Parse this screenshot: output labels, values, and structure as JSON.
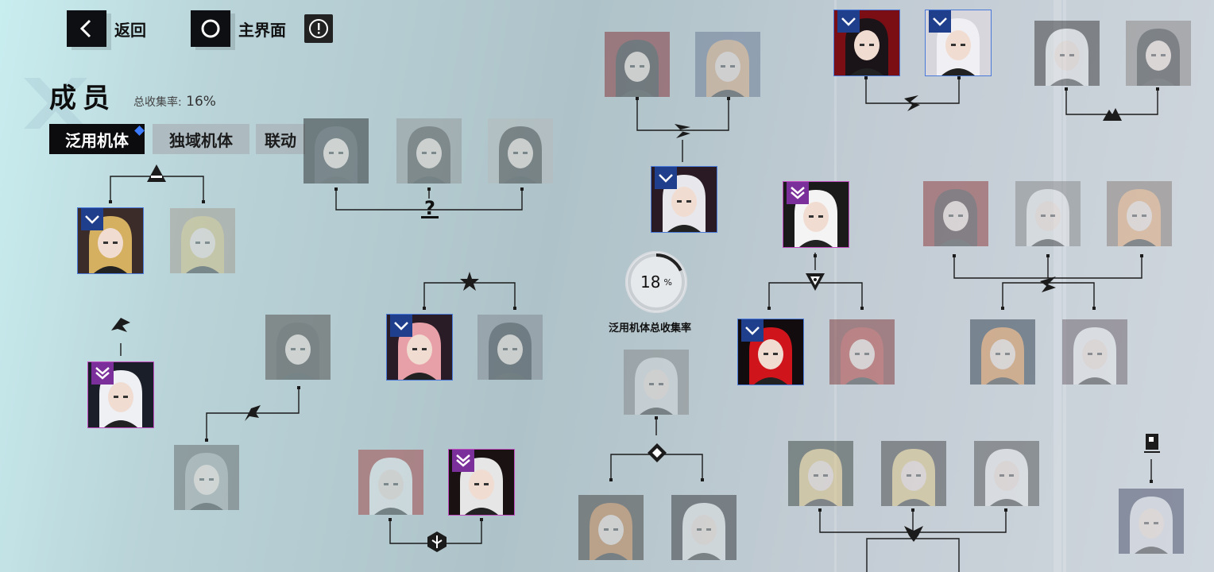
{
  "nav": {
    "back_label": "返回",
    "home_label": "主界面",
    "info_icon": "info-icon"
  },
  "header": {
    "title": "成员",
    "rate_label": "总收集率:",
    "rate_value": "16%"
  },
  "tabs": [
    {
      "label": "泛用机体",
      "active": true
    },
    {
      "label": "独域机体",
      "active": false
    },
    {
      "label": "联动",
      "active": false
    }
  ],
  "progress": {
    "value_num": "18",
    "value_unit": "%",
    "fraction": 0.18,
    "label": "泛用机体总收集率"
  },
  "mystery_mark": "?",
  "colors": {
    "owned_blue": "#4a7ad9",
    "owned_purple": "#c24bbf",
    "accent": "#3d7bff"
  },
  "constructs": [
    {
      "id": "c01",
      "status": "locked",
      "hair": "#2a2a2e",
      "bg": "#0c0c0e"
    },
    {
      "id": "c02",
      "status": "locked",
      "hair": "#3a3432",
      "bg": "#8f8f8f"
    },
    {
      "id": "c03",
      "status": "locked",
      "hair": "#2c2a28",
      "bg": "#b8b8b8"
    },
    {
      "id": "c04",
      "status": "owned-blue",
      "hair": "#d4b060",
      "bg": "#3b2b29"
    },
    {
      "id": "c05",
      "status": "locked",
      "hair": "#d6b76a",
      "bg": "#a09080"
    },
    {
      "id": "c06",
      "status": "owned-purple",
      "hair": "#eef0f4",
      "bg": "#1a1e28"
    },
    {
      "id": "c07",
      "status": "locked",
      "hair": "#2a1f1c",
      "bg": "#3a302b"
    },
    {
      "id": "c08",
      "status": "locked",
      "hair": "#9a9a9a",
      "bg": "#555555"
    },
    {
      "id": "c09",
      "status": "owned-blue",
      "hair": "#e8a0a8",
      "bg": "#2a1c26"
    },
    {
      "id": "c10",
      "status": "locked",
      "hair": "#1c1c24",
      "bg": "#7a7a84"
    },
    {
      "id": "c11",
      "status": "locked",
      "hair": "#f0f0f0",
      "bg": "#a02828"
    },
    {
      "id": "c12",
      "status": "owned-purple",
      "hair": "#e6e6e6",
      "bg": "#1a1212"
    },
    {
      "id": "c13",
      "status": "locked",
      "hair": "#1a1416",
      "bg": "#7a1018"
    },
    {
      "id": "c14",
      "status": "locked",
      "hair": "#d8a070",
      "bg": "#5a6a8a"
    },
    {
      "id": "c15",
      "status": "owned-blue",
      "hair": "#e8e8ec",
      "bg": "#2a1a24"
    },
    {
      "id": "c16",
      "status": "locked",
      "hair": "#d9d9d9",
      "bg": "#7a7a7a"
    },
    {
      "id": "c17",
      "status": "locked",
      "hair": "#c07030",
      "bg": "#2a2420"
    },
    {
      "id": "c18",
      "status": "locked",
      "hair": "#eaeaea",
      "bg": "#1a1a1c"
    },
    {
      "id": "c19",
      "status": "owned-blue",
      "hair": "#1a1418",
      "bg": "#7a0e14"
    },
    {
      "id": "c20",
      "status": "owned-blue",
      "hair": "#f0f0f4",
      "bg": "#d6d6dc"
    },
    {
      "id": "c21",
      "status": "locked",
      "hair": "#ececec",
      "bg": "#1a1818"
    },
    {
      "id": "c22",
      "status": "locked",
      "hair": "#151515",
      "bg": "#7a7470"
    },
    {
      "id": "c23",
      "status": "owned-purple",
      "hair": "#f4f4f4",
      "bg": "#1a1a1a"
    },
    {
      "id": "c24",
      "status": "owned-blue",
      "hair": "#d0141c",
      "bg": "#120c0e"
    },
    {
      "id": "c25",
      "status": "locked",
      "hair": "#b0201c",
      "bg": "#701818"
    },
    {
      "id": "c26",
      "status": "locked",
      "hair": "#2a1416",
      "bg": "#801818"
    },
    {
      "id": "c27",
      "status": "locked",
      "hair": "#e8e8e8",
      "bg": "#7a7a7a"
    },
    {
      "id": "c28",
      "status": "locked",
      "hair": "#e8a060",
      "bg": "#7a6a60"
    },
    {
      "id": "c29",
      "status": "locked",
      "hair": "#d88030",
      "bg": "#0e2030"
    },
    {
      "id": "c30",
      "status": "locked",
      "hair": "#eeeeee",
      "bg": "#5a4a55"
    },
    {
      "id": "c31",
      "status": "locked",
      "hair": "#e0c070",
      "bg": "#202a22"
    },
    {
      "id": "c32",
      "status": "locked",
      "hair": "#e0c070",
      "bg": "#2a2a2a"
    },
    {
      "id": "c33",
      "status": "locked",
      "hair": "#eeeeee",
      "bg": "#3a3a3a"
    },
    {
      "id": "c34",
      "status": "locked",
      "hair": "#d8d8e0",
      "bg": "#2a3050"
    }
  ]
}
